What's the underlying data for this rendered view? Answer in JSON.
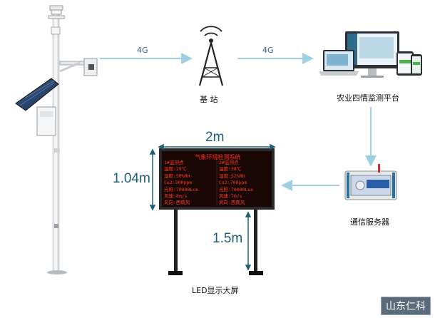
{
  "connections": {
    "tower_to_base_label": "4G",
    "base_to_platform_label": "4G"
  },
  "nodes": {
    "base_station": "基 站",
    "platform": "农业四情监测平台",
    "comm_server": "通信服务器",
    "led_screen": "LED显示大屏",
    "gateway_label": "通信服务器"
  },
  "dimensions": {
    "width": "2m",
    "height": "1.04m",
    "pole_height": "1.5m"
  },
  "led": {
    "title": "气象环境检测系统",
    "rows": [
      [
        "1#监测点",
        "2#监测点"
      ],
      [
        "温度:29℃",
        "温度:38℃"
      ],
      [
        "湿度:50%RH",
        "湿度:52%RH"
      ],
      [
        "Co2:500ppm",
        "Co2:700ppm"
      ],
      [
        "光照:70000Lux",
        "光照:70000Lux"
      ],
      [
        "风速:8m/s",
        "风速:7m/s"
      ],
      [
        "风向:西南风",
        "风向:西南风"
      ]
    ]
  },
  "watermark": "山东仁科",
  "colors": {
    "arrow": "#9fd0e0",
    "dimension": "#1c5f7a",
    "led_text": "#ff2a1a",
    "led_bg": "#1a0806"
  }
}
